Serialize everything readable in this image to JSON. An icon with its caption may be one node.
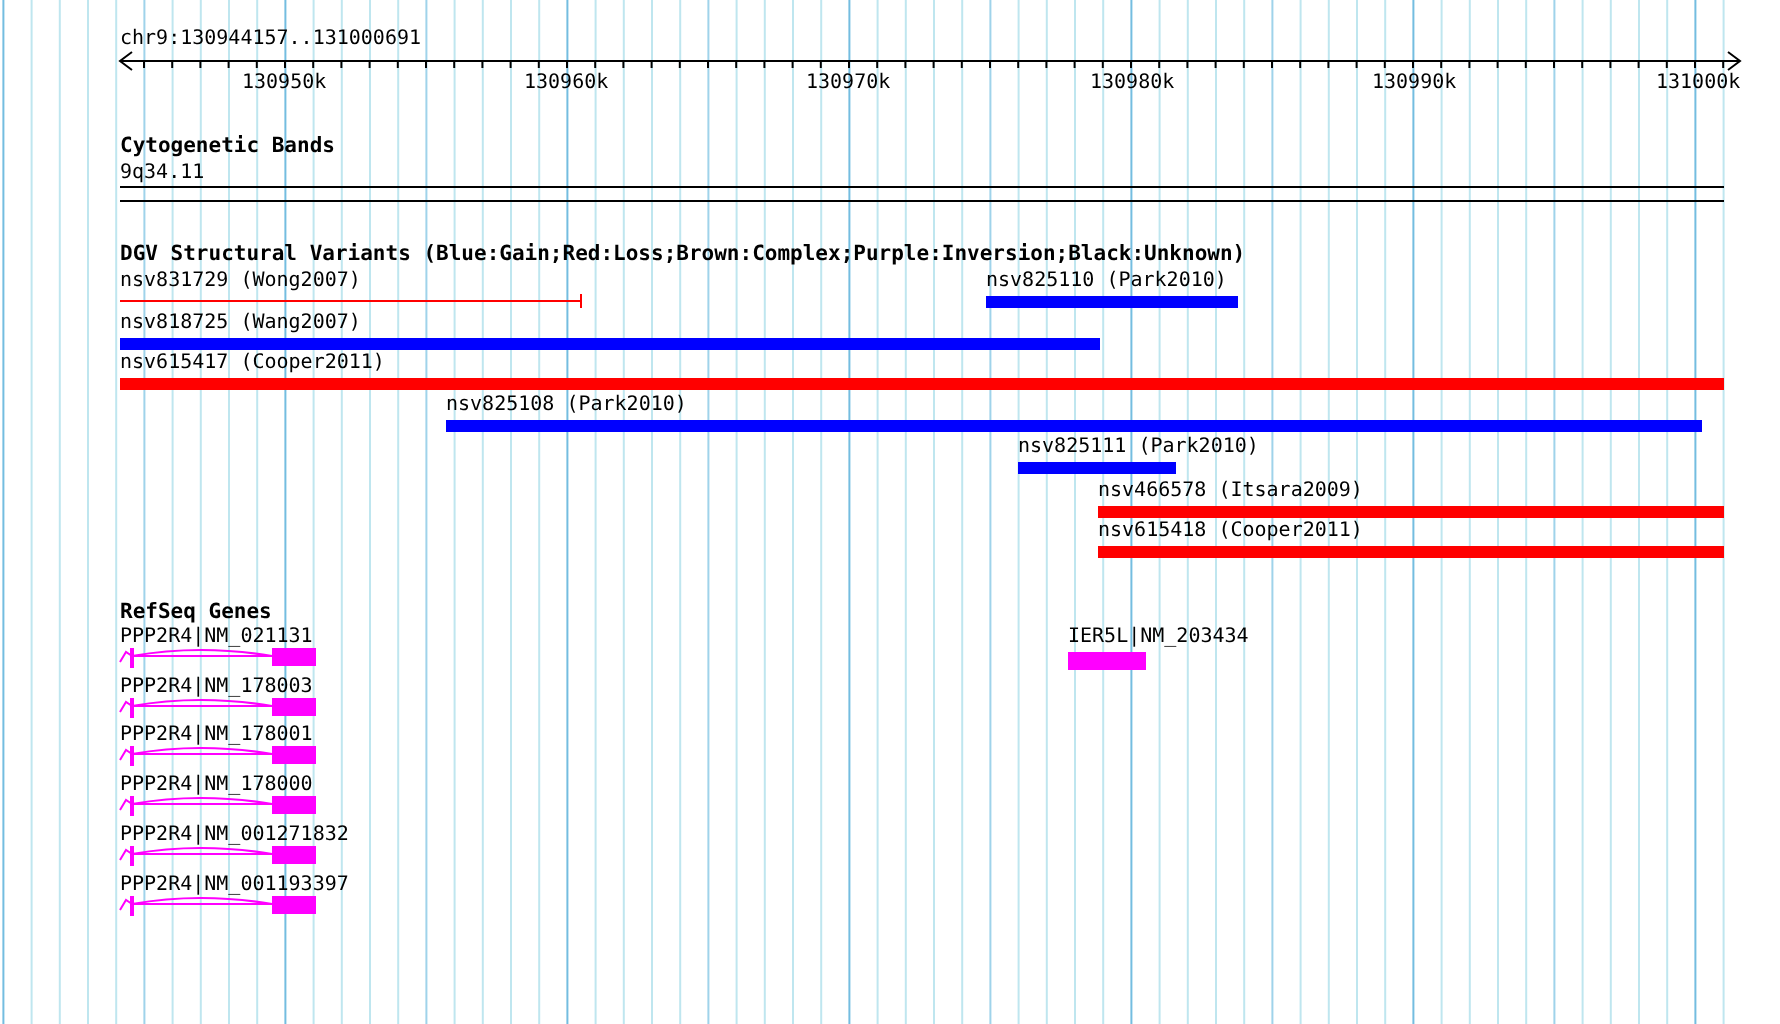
{
  "diagram": {
    "nodes": [
      {
        "text": [
          "nsv831729 (Wong2007)"
        ]
      },
      {
        "text": [
          "nsv825110 (Park2010)"
        ]
      },
      {
        "text": [
          "nsv818725 (Wang2007)"
        ]
      },
      {
        "text": [
          "nsv615417 (Cooper2011)"
        ]
      },
      {
        "text": [
          "nsv825108 (Park2010)"
        ]
      },
      {
        "text": [
          "nsv825111 (Park2010)"
        ]
      },
      {
        "text": [
          "nsv466578 (Itsara2009)"
        ]
      },
      {
        "text": [
          "nsv615418 (Cooper2011)"
        ]
      },
      {
        "text": [
          "PPP2R4|NM_021131"
        ]
      },
      {
        "text": [
          "IER5L|NM_203434"
        ]
      },
      {
        "text": [
          "PPP2R4|NM_178003"
        ]
      },
      {
        "text": [
          "PPP2R4|NM_178001"
        ]
      },
      {
        "text": [
          "PPP2R4|NM_178000"
        ]
      },
      {
        "text": [
          "PPP2R4|NM_001271832"
        ]
      },
      {
        "text": [
          "PPP2R4|NM_001193397"
        ]
      }
    ],
    "labels": [
      "chr9:130944157..131000691",
      "130950k",
      "130960k",
      "130970k",
      "130980k",
      "130990k",
      "131000k",
      "Cytogenetic Bands",
      "9q34.11",
      "DGV Structural Variants (Blue:Gain;Red:Loss;Brown:Complex;Purple:Inversion;Black:Unknown)",
      "RefSeq Genes"
    ]
  }
}
